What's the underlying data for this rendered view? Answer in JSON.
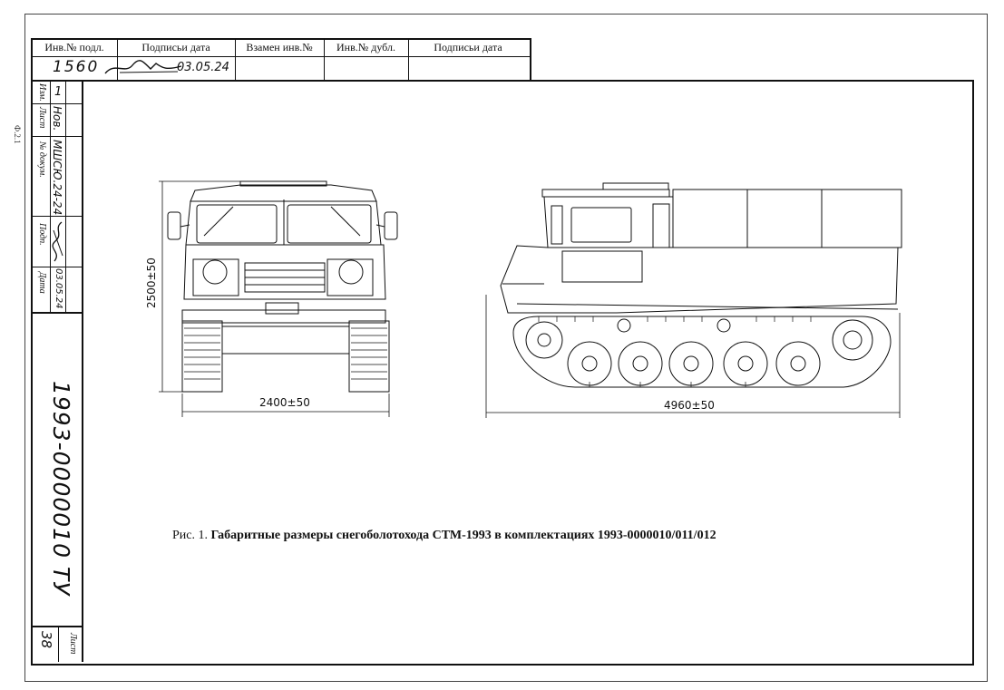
{
  "top_table": {
    "headers": [
      "Инв.№ подл.",
      "Подписьи дата",
      "Взамен инв.№",
      "Инв.№ дубл.",
      "Подписьи дата"
    ],
    "inv_number": "1560",
    "sign_date": "03.05.24"
  },
  "left_stamp": {
    "izm_label": "Изм.",
    "izm_value": "1",
    "list_label": "Лист",
    "list_value": "Нов.",
    "doc_label": "№ докум.",
    "doc_value": "МШСЮ.24-24",
    "podp_label": "Подп.",
    "data_label": "Дата",
    "data_value": "03.05.24",
    "designation": "1993-0000010 ТУ",
    "sheet_label": "Лист",
    "sheet_value": "38"
  },
  "margin_mark": "Ф.2.1",
  "dimensions": {
    "height": "2500±50",
    "width": "2400±50",
    "length": "4960±50"
  },
  "caption": {
    "prefix": "Рис. 1. ",
    "text": "Габаритные размеры снегоболотохода СТМ-1993 в комплектациях 1993-0000010/011/012"
  }
}
